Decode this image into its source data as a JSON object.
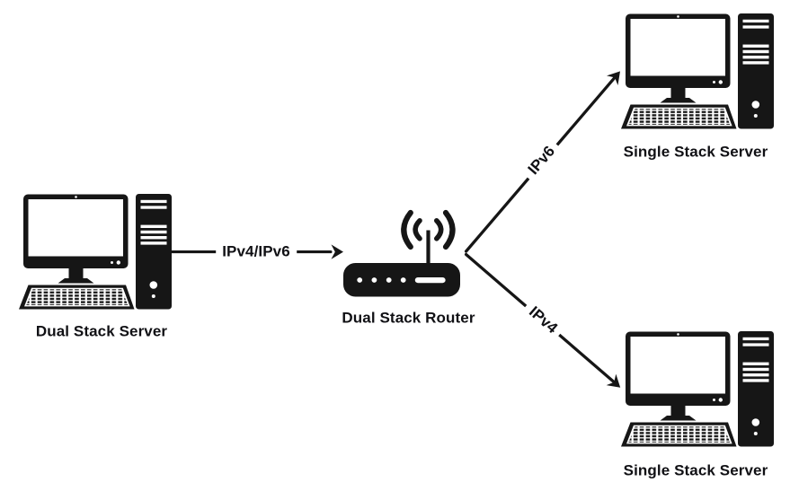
{
  "diagram": {
    "background": "#ffffff",
    "ink": "#161616",
    "text_color": "#101014",
    "icons": {
      "computer": "desktop-computer-icon",
      "router": "wifi-router-icon",
      "arrow": "arrow-icon"
    },
    "nodes": [
      {
        "id": "dual-stack-server",
        "type": "computer",
        "label": "Dual Stack Server"
      },
      {
        "id": "dual-stack-router",
        "type": "router",
        "label": "Dual Stack Router"
      },
      {
        "id": "single-stack-server-top",
        "type": "computer",
        "label": "Single Stack Server"
      },
      {
        "id": "single-stack-server-bottom",
        "type": "computer",
        "label": "Single Stack Server"
      }
    ],
    "edges": [
      {
        "from": "dual-stack-server",
        "to": "dual-stack-router",
        "label": "IPv4/IPv6",
        "direction": "right"
      },
      {
        "from": "dual-stack-router",
        "to": "single-stack-server-top",
        "label": "IPv6",
        "direction": "up-right"
      },
      {
        "from": "dual-stack-router",
        "to": "single-stack-server-bottom",
        "label": "IPv4",
        "direction": "down-right"
      }
    ]
  }
}
